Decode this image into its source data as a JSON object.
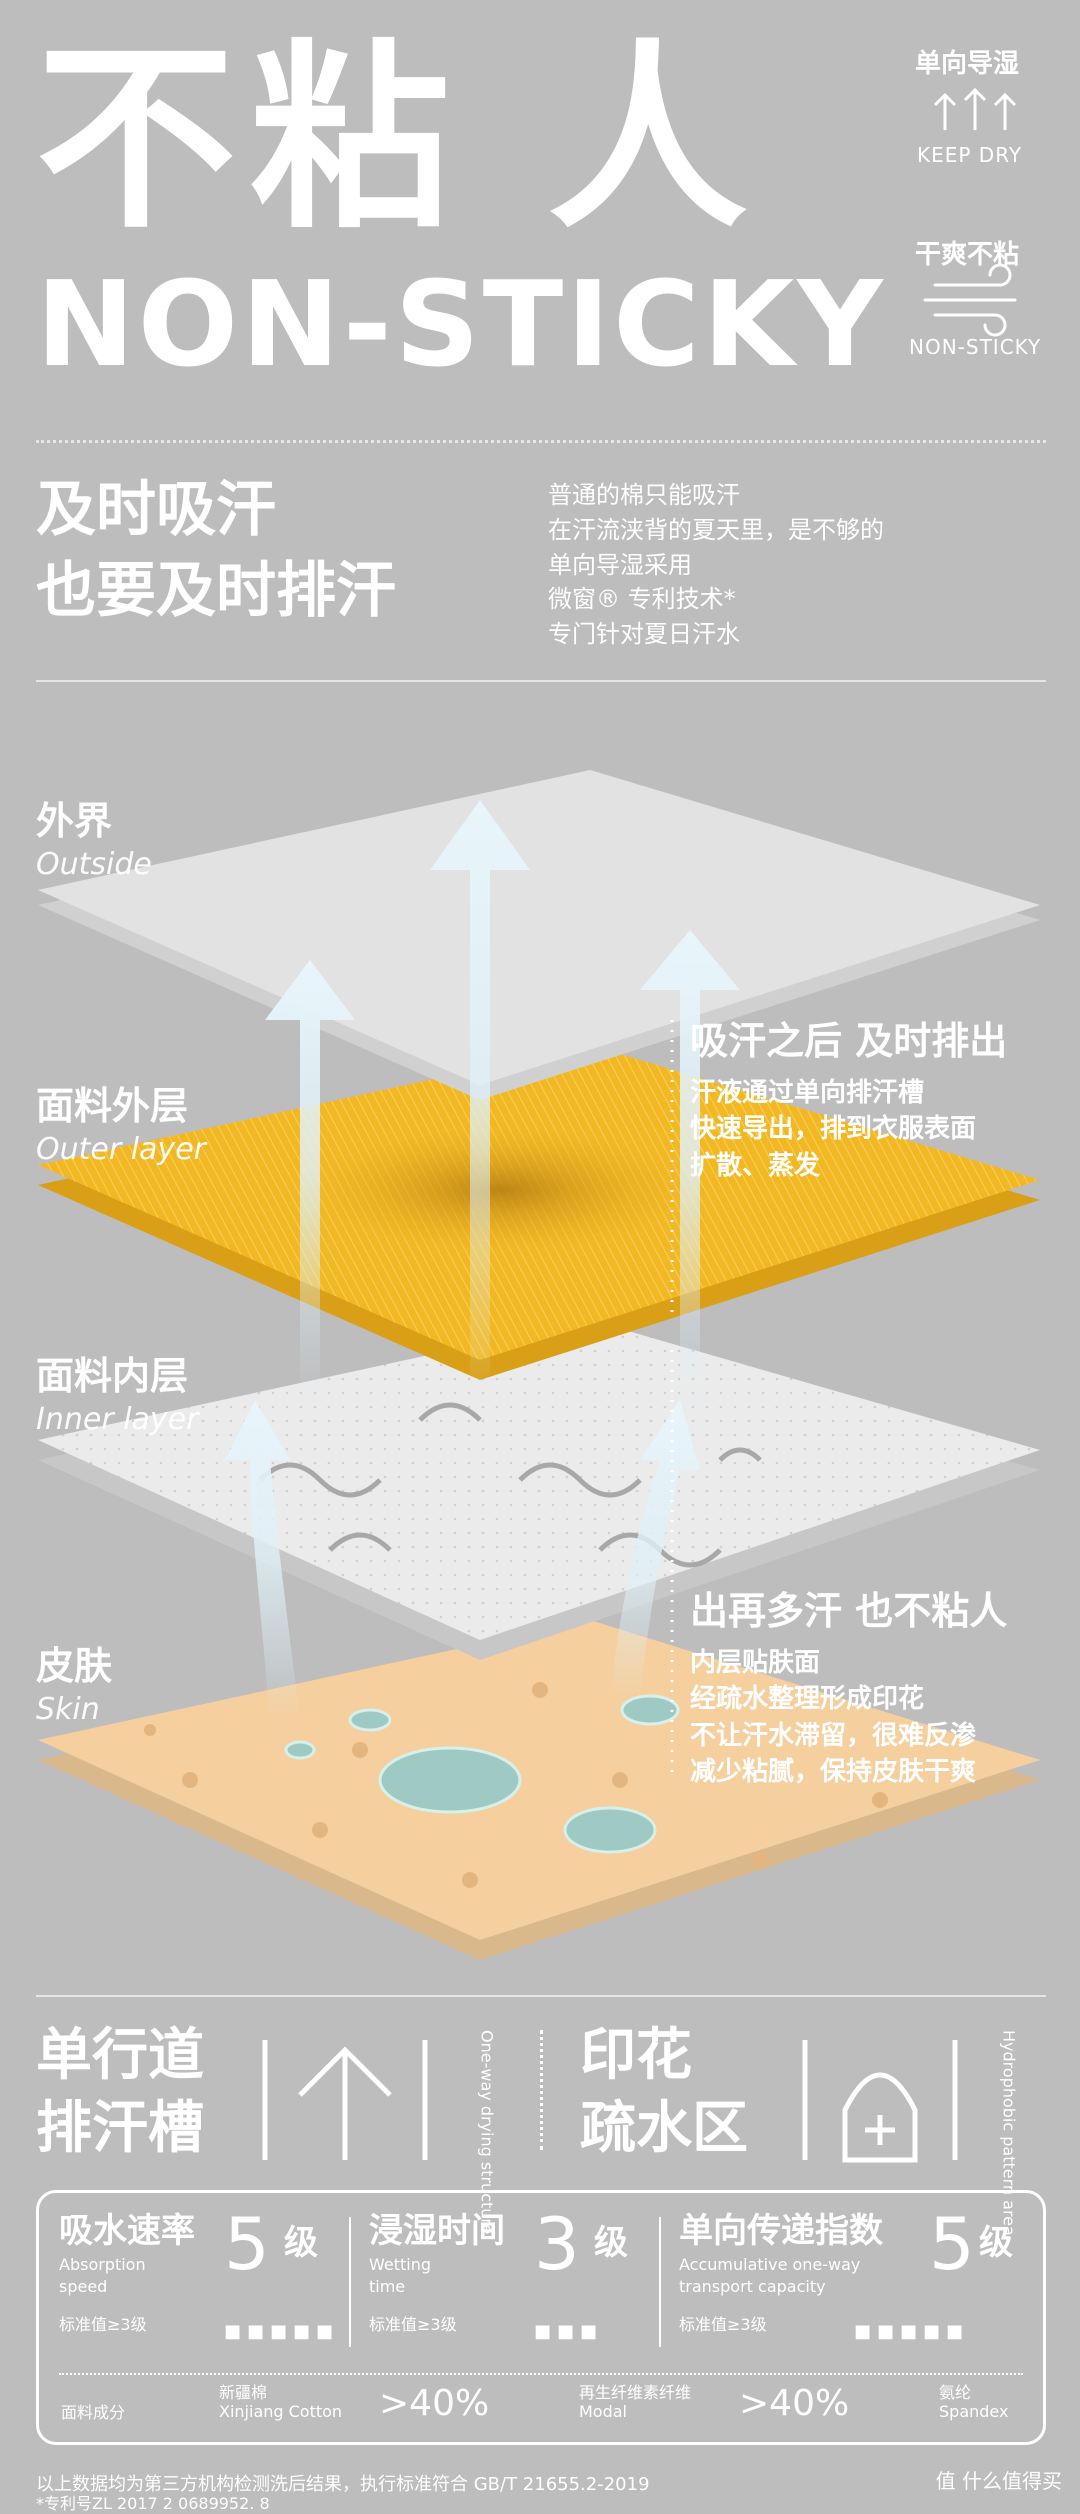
{
  "hero": {
    "title_cn": "不粘 人",
    "title_en": "NON-STICKY"
  },
  "badges": [
    {
      "cn": "单向导湿",
      "en": "KEEP DRY",
      "icon": "one-way-arrows-icon"
    },
    {
      "cn": "干爽不粘",
      "en": "NON-STICKY",
      "icon": "wind-icon"
    }
  ],
  "slogan": {
    "line1": "及时吸汗",
    "line2": "也要及时排汗"
  },
  "description": [
    "普通的棉只能吸汗",
    "在汗流浃背的夏天里，是不够的",
    "单向导湿采用",
    "微窗® 专利技术*",
    "专门针对夏日汗水"
  ],
  "layers": [
    {
      "cn": "外界",
      "en": "Outside"
    },
    {
      "cn": "面料外层",
      "en": "Outer layer"
    },
    {
      "cn": "面料内层",
      "en": "Inner layer"
    },
    {
      "cn": "皮肤",
      "en": "Skin"
    }
  ],
  "notes": [
    {
      "title": "吸汗之后 及时排出",
      "body": [
        "汗液通过单向排汗槽",
        "快速导出，排到衣服表面",
        "扩散、蒸发"
      ]
    },
    {
      "title": "出再多汗 也不粘人",
      "body": [
        "内层贴肤面",
        "经疏水整理形成印花",
        "不让汗水滞留，很难反渗",
        "减少粘腻，保持皮肤干爽"
      ]
    }
  ],
  "features": [
    {
      "cn_line1": "单行道",
      "cn_line2": "排汗槽",
      "en": [
        "One-way",
        "drying",
        "structure"
      ],
      "icon": "up-arrow-icon"
    },
    {
      "cn_line1": "印花",
      "cn_line2": "疏水区",
      "en": [
        "Hydrophobic",
        "pattern",
        "area"
      ],
      "icon": "hydrophobic-print-icon"
    }
  ],
  "stats": [
    {
      "label": "吸水速率",
      "en": [
        "Absorption",
        "speed"
      ],
      "value": "5",
      "unit": "级",
      "std": "标准值≥3级"
    },
    {
      "label": "浸湿时间",
      "en": [
        "Wetting",
        "time"
      ],
      "value": "3",
      "unit": "级",
      "std": "标准值≥3级"
    },
    {
      "label": "单向传递指数",
      "en": [
        "Accumulative one-way",
        "transport capacity"
      ],
      "value": "5",
      "unit": "级",
      "std": "标准值≥3级"
    }
  ],
  "composition": {
    "label": "面料成分",
    "items": [
      {
        "cn": "新疆棉",
        "en": "Xinjiang Cotton",
        "pct": ">40%"
      },
      {
        "cn": "再生纤维素纤维",
        "en": "Modal",
        "pct": ">40%"
      },
      {
        "cn": "氨纶",
        "en": "Spandex",
        "pct": ""
      }
    ]
  },
  "footer": {
    "line1": "以上数据均为第三方机构检测洗后结果，执行标准符合 GB/T 21655.2-2019",
    "line2": "*专利号ZL 2017 2 0689952. 8",
    "watermark": "值 什么值得买"
  },
  "colors": {
    "background": "#bdbdbd",
    "outer_layer": "#f2b824",
    "skin_layer": "#f5cf9e",
    "inner_layer": "#e8e8e8",
    "arrow": "#dff0f8"
  }
}
